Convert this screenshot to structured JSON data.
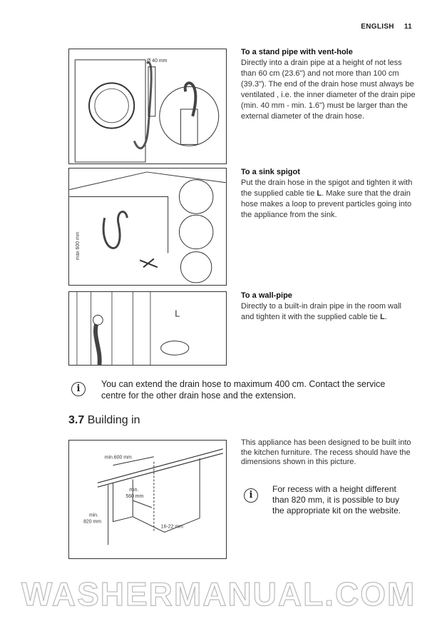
{
  "header": {
    "language": "ENGLISH",
    "page_number": "11"
  },
  "sections": [
    {
      "title": "To a stand pipe with vent-hole",
      "body": "Directly into a drain pipe at a height of not less than 60 cm (23.6\") and not more than 100 cm (39.3\"). The end of the drain hose must always be ventilated , i.e. the inner diameter of the drain pipe (min. 40 mm - min. 1.6\") must be larger than the external diameter of the drain hose.",
      "figure_label": "Ø 40 mm"
    },
    {
      "title": "To a sink spigot",
      "body_pre": "Put the drain hose in the spigot and tighten it with the supplied cable tie ",
      "body_bold": "L",
      "body_post": ". Make sure that the drain hose makes a loop to prevent particles going into the appliance from the sink.",
      "figure_label": "max 600 mm"
    },
    {
      "title": "To a wall-pipe",
      "body_pre": "Directly to a built-in drain pipe in the room wall and tighten it with the supplied cable tie ",
      "body_bold": "L",
      "body_post": ".",
      "figure_label": "L"
    }
  ],
  "info_note": "You can extend the drain hose to maximum 400 cm. Contact the service centre for the other drain hose and the extension.",
  "building_in": {
    "number": "3.7",
    "title": "Building in",
    "body": "This appliance has been designed to be built into the kitchen furniture. The recess should have the dimensions shown in this picture.",
    "info_note": "For recess with a height different than 820 mm, it is possible to buy the appropriate kit on the website.",
    "dims": {
      "width": "min.600 mm",
      "depth_1": "min.",
      "depth_2": "560 mm",
      "height_1": "min.",
      "height_2": "820 mm",
      "gap": "16-22 mm"
    }
  },
  "watermark": "WASHERMANUAL.COM",
  "info_icon": "i"
}
